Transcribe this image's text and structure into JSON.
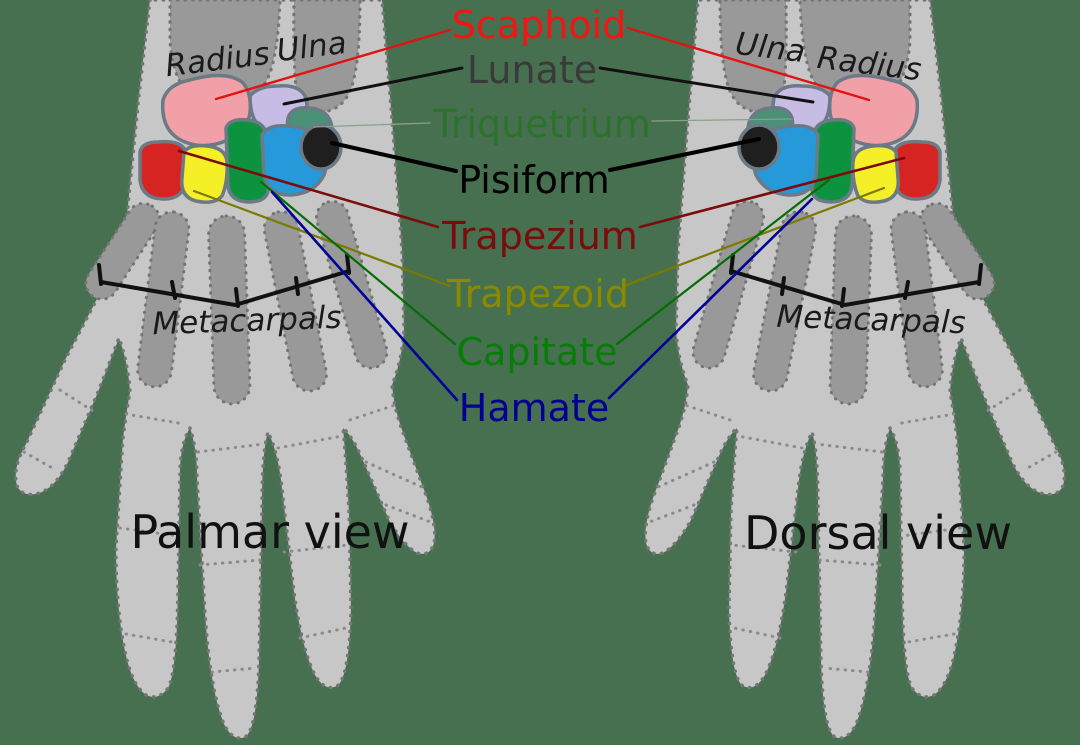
{
  "figure": {
    "background_color": "#477050",
    "left_caption": "Palmar view",
    "right_caption": "Dorsal view"
  },
  "anatomy": {
    "radius": "Radius",
    "ulna": "Ulna",
    "metacarpals": "Metacarpals"
  },
  "carpal_labels": {
    "scaphoid": {
      "name": "Scaphoid",
      "color": "#f41414",
      "line_color": "#e31212",
      "bone_fill": "#f2a0a8"
    },
    "lunate": {
      "name": "Lunate",
      "color": "#3a3a3a",
      "line_color": "#111111",
      "bone_fill": "#c6bce4"
    },
    "triquetrium": {
      "name": "Triquetrium",
      "color": "#2c722c",
      "line_color": "#8aa08a",
      "bone_fill": "#4a9178"
    },
    "pisiform": {
      "name": "Pisiform",
      "color": "#000000",
      "line_color": "#000000",
      "bone_fill": "#1f1f1f"
    },
    "trapezium": {
      "name": "Trapezium",
      "color": "#7a0c0c",
      "line_color": "#7a0c0c",
      "bone_fill": "#d62422"
    },
    "trapezoid": {
      "name": "Trapezoid",
      "color": "#8a8a00",
      "line_color": "#7a7a00",
      "bone_fill": "#f5ef28"
    },
    "capitate": {
      "name": "Capitate",
      "color": "#077d07",
      "line_color": "#066d06",
      "bone_fill": "#0d9340"
    },
    "hamate": {
      "name": "Hamate",
      "color": "#000090",
      "line_color": "#000099",
      "bone_fill": "#2599da"
    }
  },
  "hand_palette": {
    "silhouette": "#c7c7c7",
    "bone_dark": "#999999",
    "stipple_dots": "#757575",
    "carpal_outline": "#6b7a85"
  }
}
